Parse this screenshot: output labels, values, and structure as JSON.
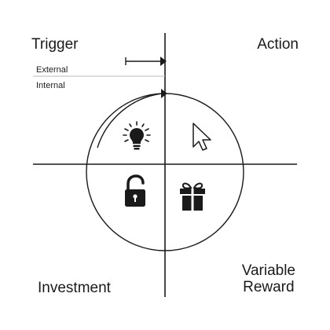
{
  "quadrants": {
    "trigger": {
      "label": "Trigger",
      "sub_labels": [
        "External",
        "Internal"
      ],
      "icon": "lightbulb-icon"
    },
    "action": {
      "label": "Action",
      "icon": "mouse-cursor-icon"
    },
    "variable_reward": {
      "label_line1": "Variable",
      "label_line2": "Reward",
      "icon": "gift-icon"
    },
    "investment": {
      "label": "Investment",
      "icon": "unlocked-padlock-icon"
    }
  },
  "colors": {
    "line": "#1a1a1a",
    "background": "#ffffff",
    "divider": "#bbbbbb"
  }
}
